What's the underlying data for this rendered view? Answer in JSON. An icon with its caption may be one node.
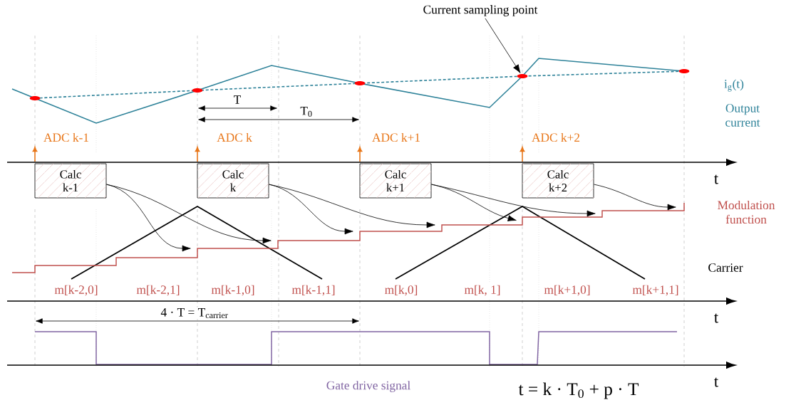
{
  "diagram": {
    "nodes": [
      {
        "text": [
          "Current sampling point"
        ]
      },
      {
        "text": [],
        "shape": "circle"
      },
      {
        "text": [],
        "shape": "circle"
      },
      {
        "text": [],
        "shape": "circle"
      },
      {
        "text": [],
        "shape": "circle"
      },
      {
        "text": [],
        "shape": "circle"
      },
      {
        "text": [
          "Calc k-1"
        ]
      },
      {
        "text": [
          "Calc k"
        ]
      },
      {
        "text": [
          "Calc k+1"
        ]
      },
      {
        "text": [
          "Calc k+2"
        ]
      }
    ],
    "edges": [
      {
        "from": 0,
        "to": 4,
        "arrow": "to"
      },
      {
        "from": 6,
        "to": null,
        "arrow": "to"
      },
      {
        "from": 6,
        "to": null,
        "arrow": "to"
      },
      {
        "from": 7,
        "to": null,
        "arrow": "to"
      },
      {
        "from": 7,
        "to": null,
        "arrow": "to"
      },
      {
        "from": 8,
        "to": null,
        "arrow": "to"
      },
      {
        "from": 8,
        "to": null,
        "arrow": "to"
      },
      {
        "from": 9,
        "to": null,
        "arrow": "to"
      }
    ],
    "labels": [
      "T",
      "T$_{0}$",
      "i$_{g}$(t)",
      "Output current",
      "ADC k-1",
      "ADC k",
      "ADC k+1",
      "ADC k+2",
      "t",
      "Modulation function",
      "Carrier",
      "m[k-2,0]",
      "m[k-2,1]",
      "m[k-1,0]",
      "m[k-1,1]",
      "m[k,0]",
      "m[k, 1]",
      "m[k+1,0]",
      "m[k+1,1]",
      "t",
      "4 · T = T$_{carrier}$",
      "Gate drive signal",
      "t = k · T$_{0}$ + p · T",
      "t"
    ]
  }
}
